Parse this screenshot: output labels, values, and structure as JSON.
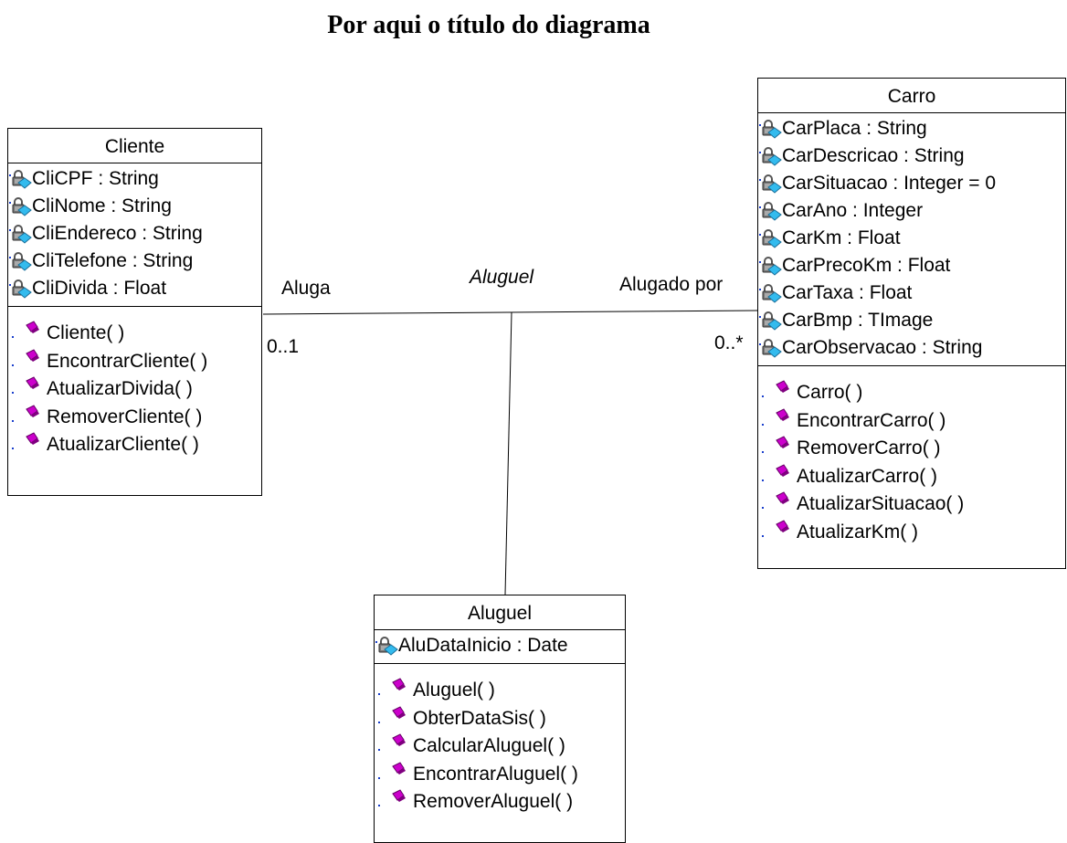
{
  "title": "Por aqui o título do diagrama",
  "classes": {
    "cliente": {
      "name": "Cliente",
      "attributes": [
        "CliCPF : String",
        "CliNome : String",
        "CliEndereco : String",
        "CliTelefone : String",
        "CliDivida : Float"
      ],
      "operations": [
        "Cliente( )",
        "EncontrarCliente( )",
        "AtualizarDivida( )",
        "RemoverCliente( )",
        "AtualizarCliente( )"
      ]
    },
    "carro": {
      "name": "Carro",
      "attributes": [
        "CarPlaca : String",
        "CarDescricao : String",
        "CarSituacao : Integer = 0",
        "CarAno : Integer",
        "CarKm : Float",
        "CarPrecoKm : Float",
        "CarTaxa : Float",
        "CarBmp : TImage",
        "CarObservacao : String"
      ],
      "operations": [
        "Carro( )",
        "EncontrarCarro( )",
        "RemoverCarro( )",
        "AtualizarCarro( )",
        "AtualizarSituacao( )",
        "AtualizarKm( )"
      ]
    },
    "aluguel": {
      "name": "Aluguel",
      "attributes": [
        "AluDataInicio : Date"
      ],
      "operations": [
        "Aluguel( )",
        "ObterDataSis( )",
        "CalcularAluguel( )",
        "EncontrarAluguel( )",
        "RemoverAluguel( )"
      ]
    }
  },
  "association": {
    "name": "Aluguel",
    "left_role": "Aluga",
    "right_role": "Alugado por",
    "left_multiplicity": "0..1",
    "right_multiplicity": "0..*"
  },
  "colors": {
    "operation_icon": "#cc00cc",
    "attribute_icon": "#33bbee"
  },
  "icons": {
    "attribute": "private-attribute-lock-icon",
    "operation": "operation-diamond-icon"
  }
}
